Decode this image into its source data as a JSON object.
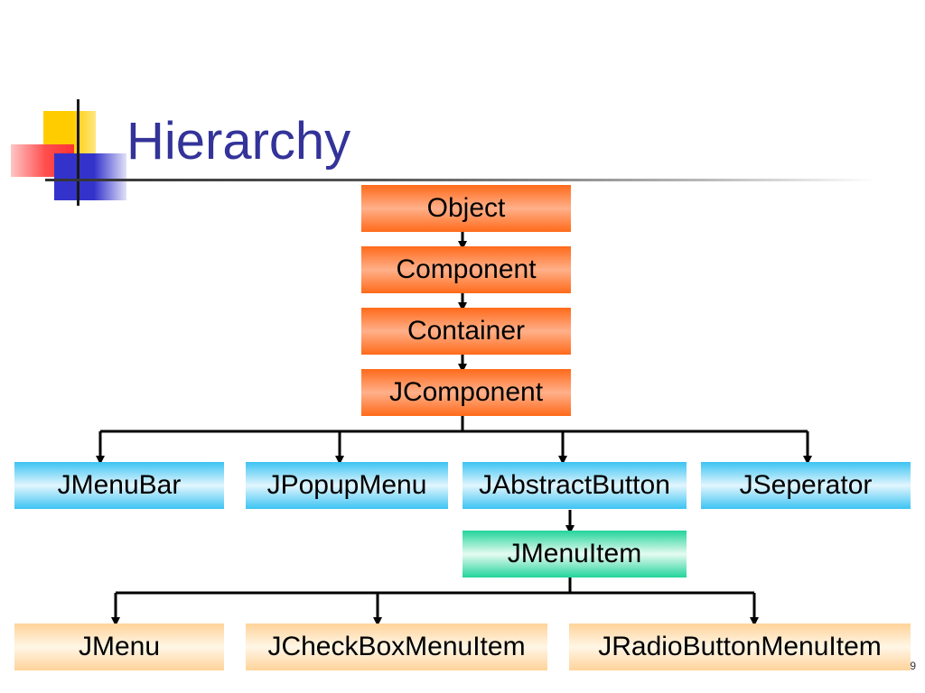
{
  "slide": {
    "title": "Hierarchy",
    "page_number": "9"
  },
  "boxes": {
    "object": "Object",
    "component": "Component",
    "container": "Container",
    "jcomponent": "JComponent",
    "jmenubar": "JMenuBar",
    "jpopupmenu": "JPopupMenu",
    "jabstractbutton": "JAbstractButton",
    "jseperator": "JSeperator",
    "jmenuitem": "JMenuItem",
    "jmenu": "JMenu",
    "jcheckboxmenuitem": "JCheckBoxMenuItem",
    "jradiobuttonmenuitem": "JRadioButtonMenuItem"
  },
  "colors": {
    "title": "#333399",
    "core_class": "#ff6a1a",
    "jcomponent_subclass": "#3cc3f2",
    "menu_item": "#22d49a",
    "menu_item_subclass": "#ffd399",
    "connector": "#000000"
  }
}
